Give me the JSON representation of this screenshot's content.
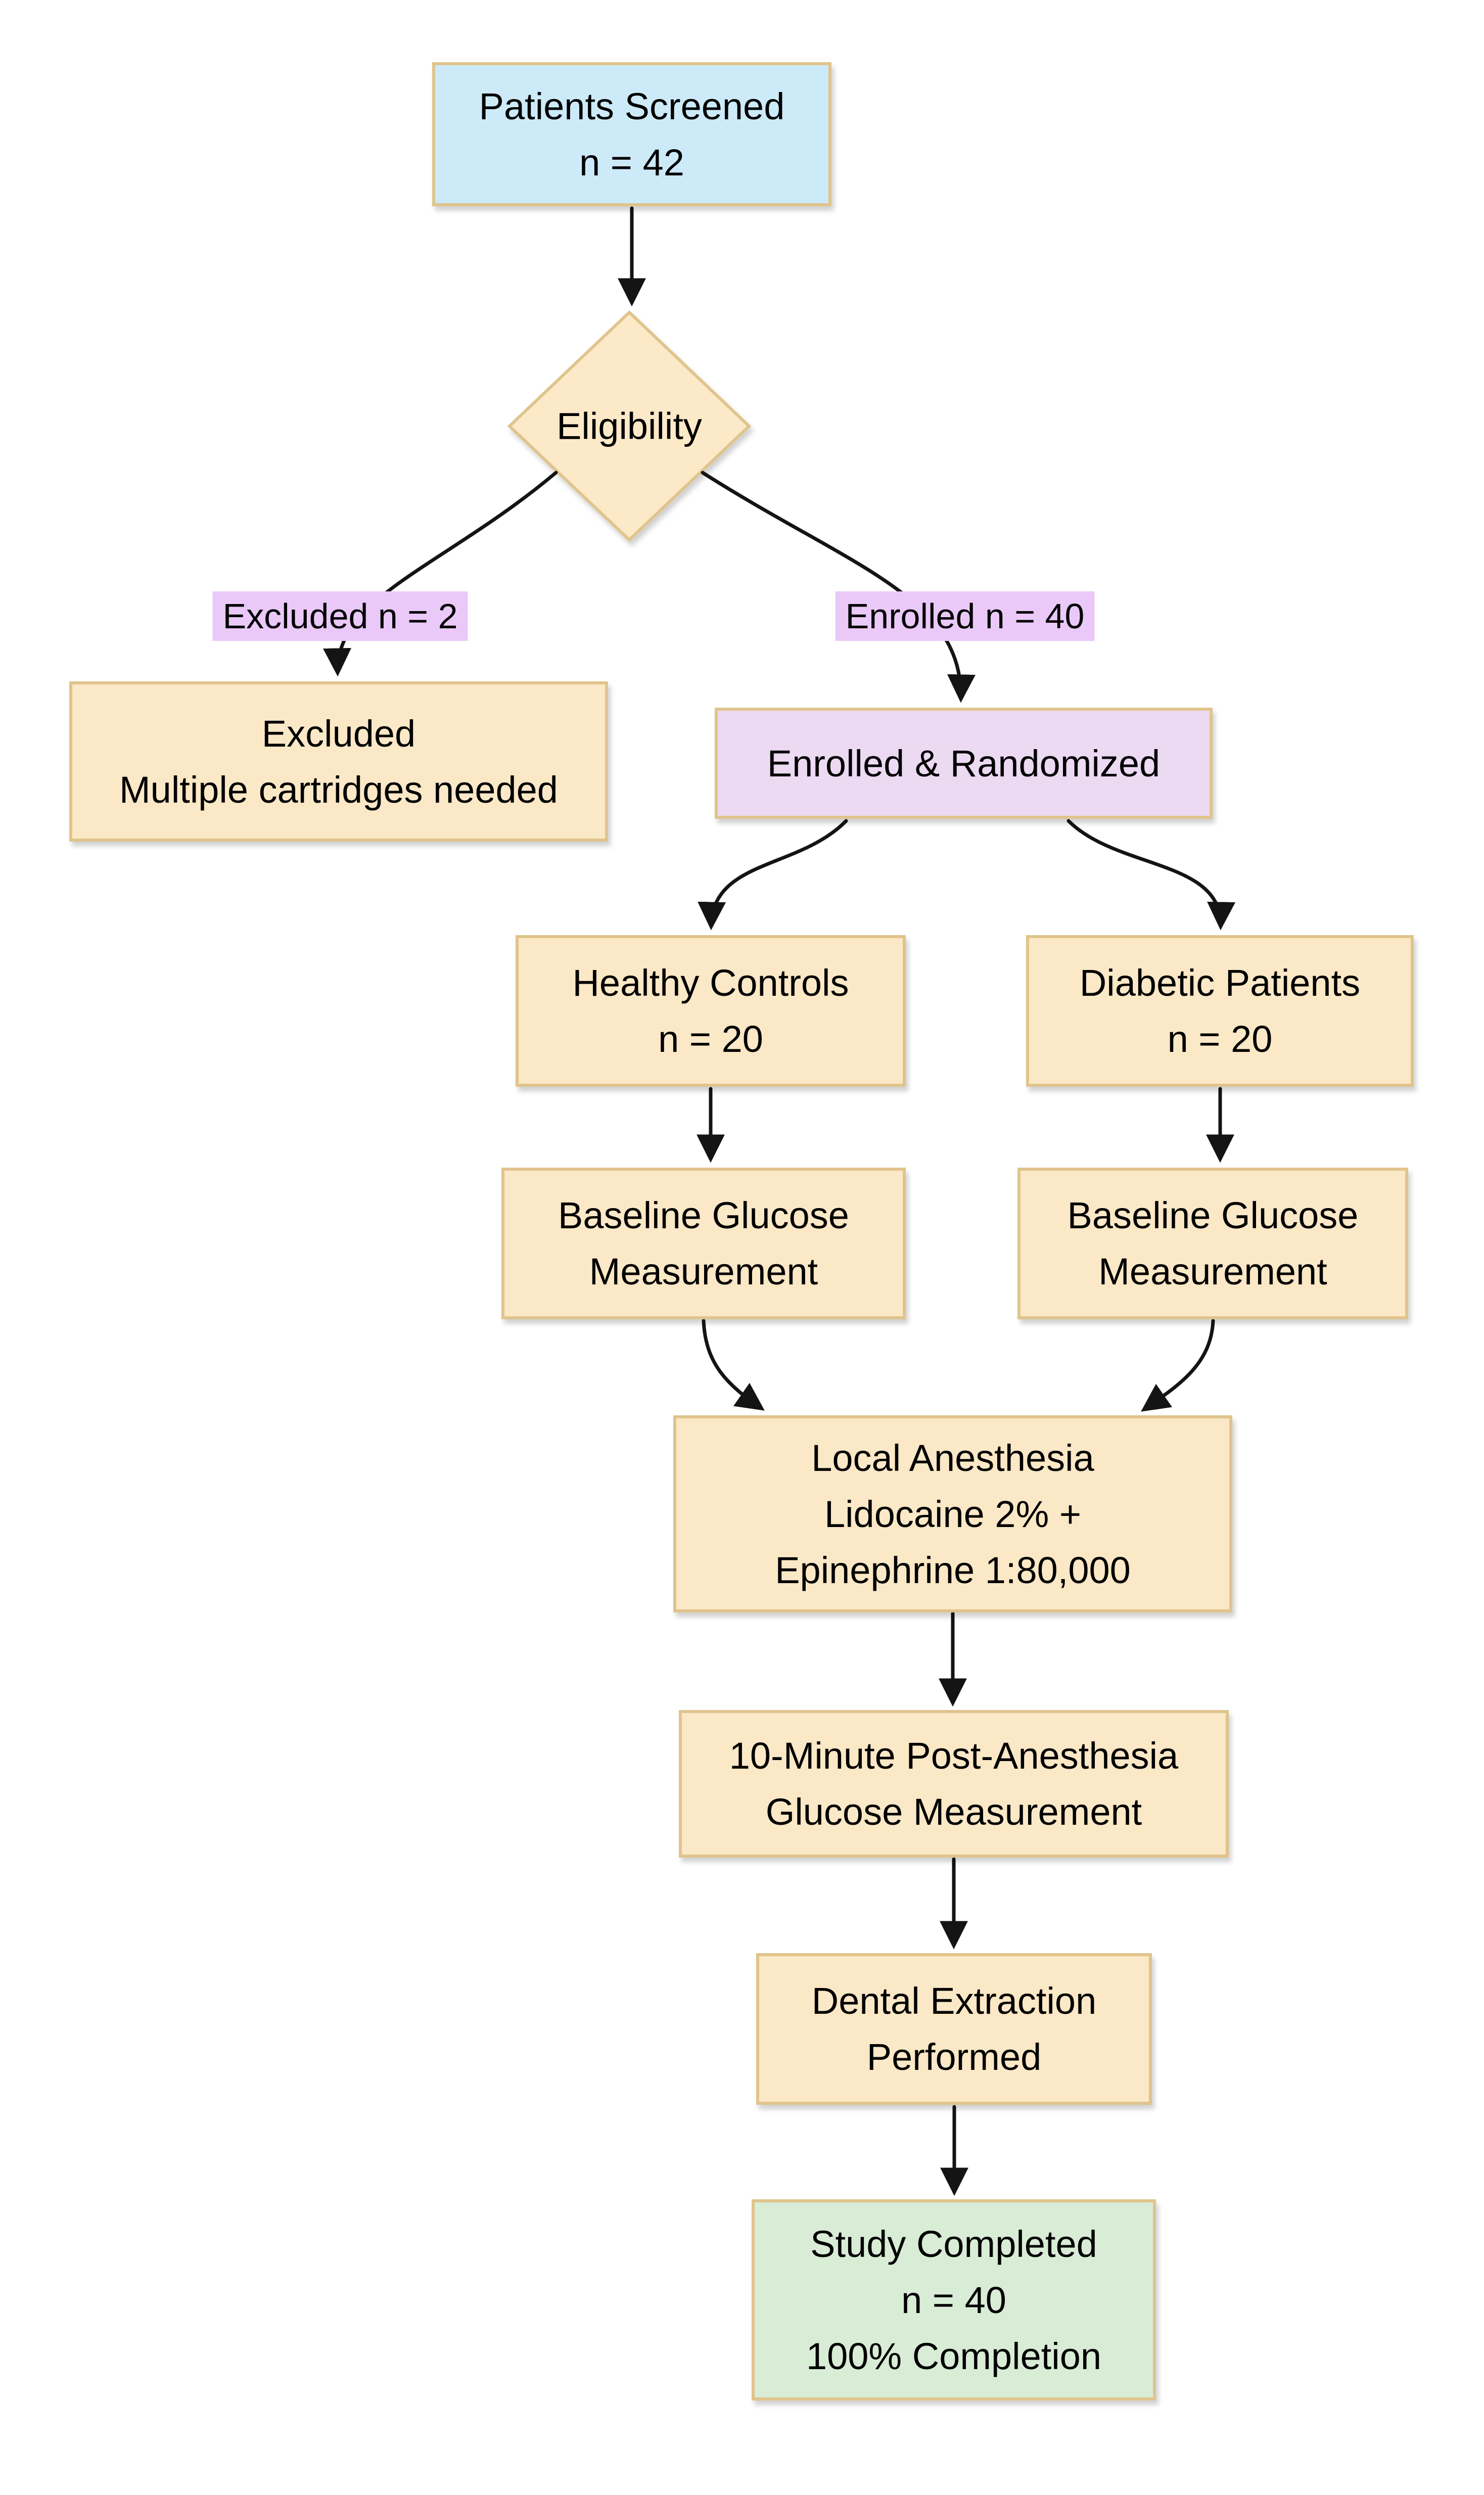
{
  "diagram": {
    "nodes": {
      "screened": {
        "line1": "Patients Screened",
        "line2": "n = 42"
      },
      "eligibility": {
        "line1": "Eligibility"
      },
      "excluded": {
        "line1": "Excluded",
        "line2": "Multiple cartridges needed"
      },
      "randomized": {
        "line1": "Enrolled & Randomized"
      },
      "healthy": {
        "line1": "Healthy Controls",
        "line2": "n = 20"
      },
      "diabetic": {
        "line1": "Diabetic Patients",
        "line2": "n = 20"
      },
      "baseline_left": {
        "line1": "Baseline Glucose",
        "line2": "Measurement"
      },
      "baseline_right": {
        "line1": "Baseline Glucose",
        "line2": "Measurement"
      },
      "anesthesia": {
        "line1": "Local Anesthesia",
        "line2": "Lidocaine 2% +",
        "line3": "Epinephrine 1:80,000"
      },
      "post_glucose": {
        "line1": "10-Minute Post-Anesthesia",
        "line2": "Glucose Measurement"
      },
      "extraction": {
        "line1": "Dental Extraction",
        "line2": "Performed"
      },
      "completed": {
        "line1": "Study Completed",
        "line2": "n = 40",
        "line3": "100% Completion"
      }
    },
    "edge_labels": {
      "excluded": "Excluded n = 2",
      "enrolled": "Enrolled n = 40"
    },
    "colors": {
      "screened-fill": "#cdeaf8",
      "process-fill": "#fae8c6",
      "decision-fill": "#fbe9c8",
      "randomized-fill": "#ecd9f2",
      "edge-label-fill": "#eac9f8",
      "completed-fill": "#d8ecd6",
      "node-border": "#e0c48c",
      "edge-stroke": "#141414",
      "text": "#000000"
    },
    "flow": {
      "edges": [
        {
          "from": "Patients Screened",
          "to": "Eligibility"
        },
        {
          "from": "Eligibility",
          "to": "Excluded",
          "label": "Excluded n = 2"
        },
        {
          "from": "Eligibility",
          "to": "Enrolled & Randomized",
          "label": "Enrolled n = 40"
        },
        {
          "from": "Enrolled & Randomized",
          "to": "Healthy Controls"
        },
        {
          "from": "Enrolled & Randomized",
          "to": "Diabetic Patients"
        },
        {
          "from": "Healthy Controls",
          "to": "Baseline Glucose Measurement"
        },
        {
          "from": "Diabetic Patients",
          "to": "Baseline Glucose Measurement"
        },
        {
          "from": "Baseline Glucose Measurement",
          "to": "Local Anesthesia Lidocaine 2% + Epinephrine 1:80,000"
        },
        {
          "from": "Local Anesthesia Lidocaine 2% + Epinephrine 1:80,000",
          "to": "10-Minute Post-Anesthesia Glucose Measurement"
        },
        {
          "from": "10-Minute Post-Anesthesia Glucose Measurement",
          "to": "Dental Extraction Performed"
        },
        {
          "from": "Dental Extraction Performed",
          "to": "Study Completed"
        }
      ]
    }
  }
}
